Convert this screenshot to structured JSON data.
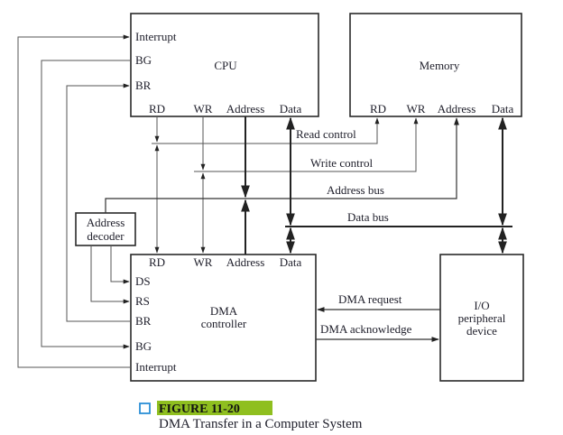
{
  "diagram": {
    "cpu": {
      "title": "CPU",
      "left_pins": [
        "Interrupt",
        "BG",
        "BR"
      ],
      "bottom_pins": [
        "RD",
        "WR",
        "Address",
        "Data"
      ]
    },
    "memory": {
      "title": "Memory",
      "bottom_pins": [
        "RD",
        "WR",
        "Address",
        "Data"
      ]
    },
    "address_decoder": {
      "line1": "Address",
      "line2": "decoder"
    },
    "dma_controller": {
      "line1": "DMA",
      "line2": "controller",
      "top_pins": [
        "RD",
        "WR",
        "Address",
        "Data"
      ],
      "left_pins": [
        "DS",
        "RS",
        "BR",
        "BG",
        "Interrupt"
      ]
    },
    "io_device": {
      "line1": "I/O",
      "line2": "peripheral",
      "line3": "device"
    },
    "buses": {
      "read_control": "Read control",
      "write_control": "Write control",
      "address_bus": "Address bus",
      "data_bus": "Data bus"
    },
    "signals": {
      "dma_request": "DMA request",
      "dma_acknowledge": "DMA acknowledge"
    }
  },
  "caption": {
    "title": "FIGURE 11-20",
    "subtitle": "DMA Transfer in a Computer System",
    "highlight_color": "#8fbf1f",
    "marker_color": "#2b8fd6"
  }
}
